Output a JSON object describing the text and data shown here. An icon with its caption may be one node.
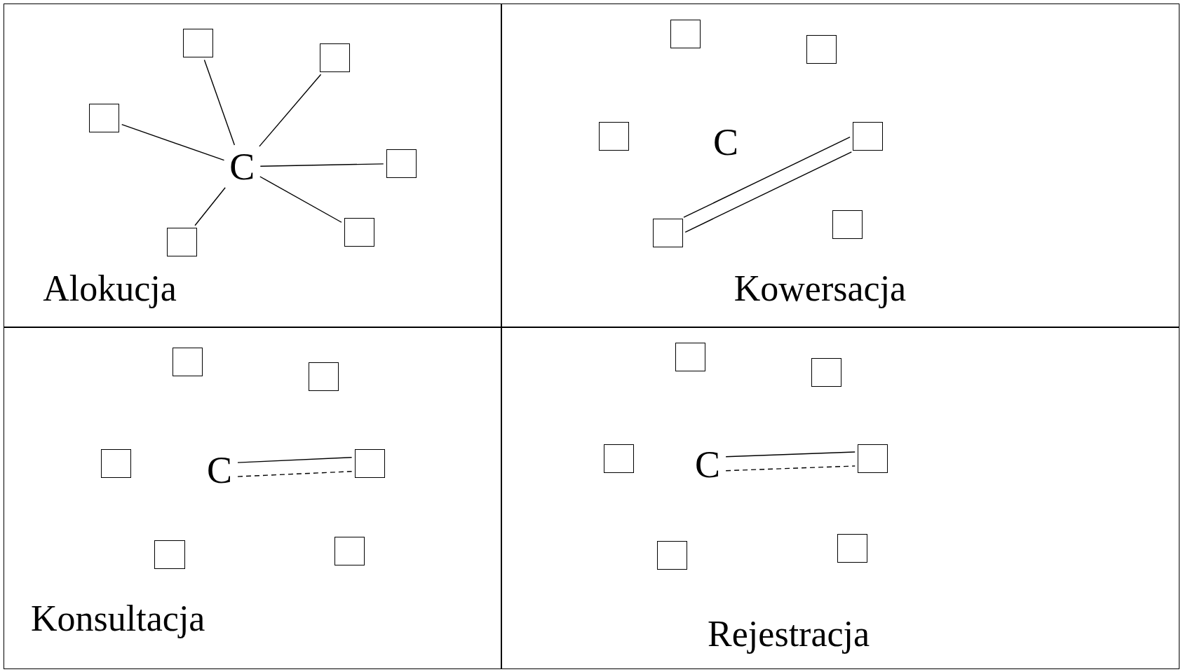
{
  "diagram": {
    "nodes": [
      {
        "text": [
          "Alokucja"
        ]
      },
      {
        "text": [
          "C"
        ],
        "in": 0
      },
      {
        "text": [],
        "shape": "box",
        "in": 0
      },
      {
        "text": [],
        "shape": "box",
        "in": 0
      },
      {
        "text": [],
        "shape": "box",
        "in": 0
      },
      {
        "text": [],
        "shape": "box",
        "in": 0
      },
      {
        "text": [],
        "shape": "box",
        "in": 0
      },
      {
        "text": [],
        "shape": "box",
        "in": 0
      },
      {
        "text": [
          "Kowersacja"
        ]
      },
      {
        "text": [
          "C"
        ],
        "in": 8
      },
      {
        "text": [],
        "shape": "box",
        "in": 8
      },
      {
        "text": [],
        "shape": "box",
        "in": 8
      },
      {
        "text": [],
        "shape": "box",
        "in": 8
      },
      {
        "text": [],
        "shape": "box",
        "in": 8
      },
      {
        "text": [],
        "shape": "box",
        "in": 8
      },
      {
        "text": [],
        "shape": "box",
        "in": 8
      },
      {
        "text": [
          "Konsultacja"
        ]
      },
      {
        "text": [
          "C"
        ],
        "in": 16
      },
      {
        "text": [],
        "shape": "box",
        "in": 16
      },
      {
        "text": [],
        "shape": "box",
        "in": 16
      },
      {
        "text": [],
        "shape": "box",
        "in": 16
      },
      {
        "text": [],
        "shape": "box",
        "in": 16
      },
      {
        "text": [],
        "shape": "box",
        "in": 16
      },
      {
        "text": [],
        "shape": "box",
        "in": 16
      },
      {
        "text": [
          "Rejestracja"
        ]
      },
      {
        "text": [
          "C"
        ],
        "in": 24
      },
      {
        "text": [],
        "shape": "box",
        "in": 24
      },
      {
        "text": [],
        "shape": "box",
        "in": 24
      },
      {
        "text": [],
        "shape": "box",
        "in": 24
      },
      {
        "text": [],
        "shape": "box",
        "in": 24
      },
      {
        "text": [],
        "shape": "box",
        "in": 24
      },
      {
        "text": [],
        "shape": "box",
        "in": 24
      }
    ],
    "edges": [
      {
        "from": 1,
        "to": 2,
        "arrow": "none"
      },
      {
        "from": 1,
        "to": 3,
        "arrow": "none"
      },
      {
        "from": 1,
        "to": 4,
        "arrow": "none"
      },
      {
        "from": 1,
        "to": 5,
        "arrow": "none"
      },
      {
        "from": 1,
        "to": 6,
        "arrow": "none"
      },
      {
        "from": 1,
        "to": 7,
        "arrow": "none"
      },
      {
        "from": 11,
        "to": 15,
        "arrow": "none"
      },
      {
        "from": 11,
        "to": 15,
        "arrow": "none"
      },
      {
        "from": 17,
        "to": 23,
        "arrow": "none"
      },
      {
        "from": 17,
        "to": 23,
        "arrow": "none",
        "style": "dashed"
      },
      {
        "from": 25,
        "to": 31,
        "arrow": "none"
      },
      {
        "from": 25,
        "to": 31,
        "arrow": "none",
        "style": "dashed"
      }
    ]
  }
}
